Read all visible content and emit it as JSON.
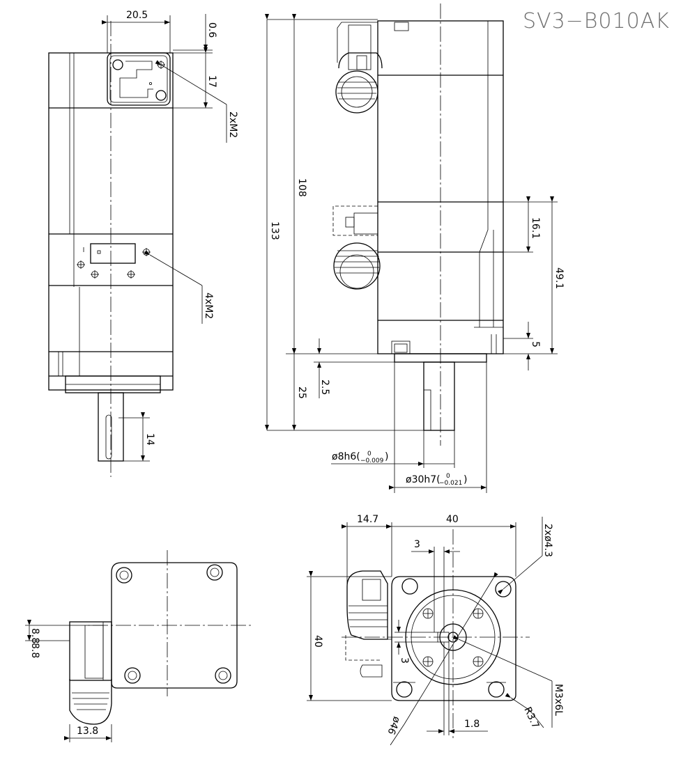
{
  "model": "SV3−B010AK",
  "dims": {
    "d20_5": "20.5",
    "d0_6": "0.6",
    "d17": "17",
    "d2xM2": "2xM2",
    "d4xM2": "4xM2",
    "d14": "14",
    "d133": "133",
    "d108": "108",
    "d25": "25",
    "d2_5": "2.5",
    "d16_1": "16.1",
    "d49_1": "49.1",
    "d5": "5",
    "d8h6": "ø8h6(",
    "d8h6_tol_upper": "0",
    "d8h6_tol_lower": "−0.009",
    "d30h7": "ø30h7(",
    "d30h7_tol_upper": "0",
    "d30h7_tol_lower": "−0.021",
    "d8_8": "8.8",
    "d13_8": "13.8",
    "d14_7": "14.7",
    "d40_top": "40",
    "d3_top": "3",
    "d2x4_3": "2xø4.3",
    "d40_left": "40",
    "d3_side": "3",
    "d46": "ø46",
    "d1_8": "1.8",
    "dR3_7": "R3.7",
    "dM3x6L": "M3x6L"
  }
}
